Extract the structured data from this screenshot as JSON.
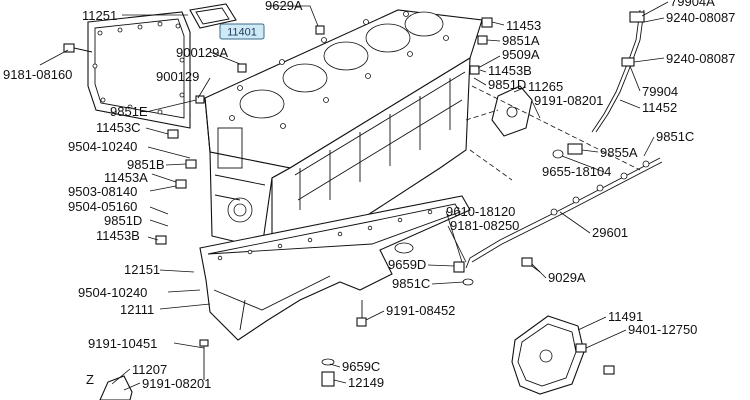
{
  "highlight_label": "11401",
  "labels": [
    {
      "id": "l11251",
      "text": "11251"
    },
    {
      "id": "l9629a",
      "text": "9629A"
    },
    {
      "id": "l9181_08160",
      "text": "9181-08160"
    },
    {
      "id": "l900129a",
      "text": "900129A"
    },
    {
      "id": "l900129",
      "text": "900129"
    },
    {
      "id": "l9851e",
      "text": "9851E"
    },
    {
      "id": "l11453c",
      "text": "11453C"
    },
    {
      "id": "l9504_10240_a",
      "text": "9504-10240"
    },
    {
      "id": "l9851b",
      "text": "9851B"
    },
    {
      "id": "l11453a",
      "text": "11453A"
    },
    {
      "id": "l9503_08140",
      "text": "9503-08140"
    },
    {
      "id": "l9504_05160",
      "text": "9504-05160"
    },
    {
      "id": "l9851d_left",
      "text": "9851D"
    },
    {
      "id": "l11453b_left",
      "text": "11453B"
    },
    {
      "id": "l12151",
      "text": "12151"
    },
    {
      "id": "l9504_10240_b",
      "text": "9504-10240"
    },
    {
      "id": "l12111",
      "text": "12111"
    },
    {
      "id": "l9191_10451",
      "text": "9191-10451"
    },
    {
      "id": "l11207",
      "text": "11207"
    },
    {
      "id": "l9191_08201_b",
      "text": "9191-08201"
    },
    {
      "id": "l_z",
      "text": "Z"
    },
    {
      "id": "l11453",
      "text": "11453"
    },
    {
      "id": "l9851a",
      "text": "9851A"
    },
    {
      "id": "l9509a",
      "text": "9509A"
    },
    {
      "id": "l11453b_right",
      "text": "11453B"
    },
    {
      "id": "l9851d_right",
      "text": "9851D"
    },
    {
      "id": "l11265",
      "text": "11265"
    },
    {
      "id": "l9191_08201_a",
      "text": "9191-08201"
    },
    {
      "id": "l79904a",
      "text": "79904A"
    },
    {
      "id": "l9240_08087_a",
      "text": "9240-08087"
    },
    {
      "id": "l9240_08087_b",
      "text": "9240-08087"
    },
    {
      "id": "l79904",
      "text": "79904"
    },
    {
      "id": "l11452",
      "text": "11452"
    },
    {
      "id": "l9851c_top",
      "text": "9851C"
    },
    {
      "id": "l9855a",
      "text": "9855A"
    },
    {
      "id": "l9655_18104",
      "text": "9655-18104"
    },
    {
      "id": "l29601",
      "text": "29601"
    },
    {
      "id": "l9610_18120",
      "text": "9610-18120"
    },
    {
      "id": "l9181_08250",
      "text": "9181-08250"
    },
    {
      "id": "l9659d",
      "text": "9659D"
    },
    {
      "id": "l9851c_bottom",
      "text": "9851C"
    },
    {
      "id": "l9029a",
      "text": "9029A"
    },
    {
      "id": "l9191_08452",
      "text": "9191-08452"
    },
    {
      "id": "l9659c",
      "text": "9659C"
    },
    {
      "id": "l12149",
      "text": "12149"
    },
    {
      "id": "l11491",
      "text": "11491"
    },
    {
      "id": "l9401_12750",
      "text": "9401-12750"
    }
  ]
}
